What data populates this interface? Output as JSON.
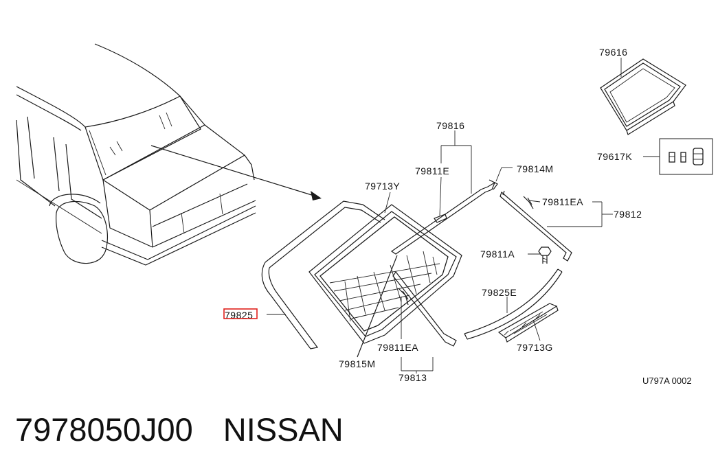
{
  "parts": {
    "p79616": "79616",
    "p79617k": "79617K",
    "p79816": "79816",
    "p79811e": "79811E",
    "p79814m": "79814M",
    "p79713y": "79713Y",
    "p79811ea_top": "79811EA",
    "p79812": "79812",
    "p79811a": "79811A",
    "p79825e": "79825E",
    "p79825": "79825",
    "p79713g": "79713G",
    "p79811ea_bottom": "79811EA",
    "p79815m": "79815M",
    "p79813": "79813"
  },
  "diagram_code": "U797A 0002",
  "highlight_color": "#e0201c",
  "footer": {
    "part_number": "7978050J00",
    "brand": "NISSAN"
  }
}
